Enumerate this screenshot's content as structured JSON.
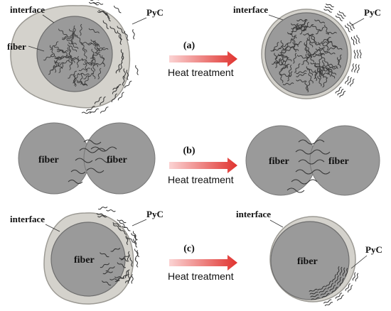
{
  "labels": {
    "interface": "interface",
    "fiber": "fiber",
    "pyc": "PyC",
    "heat_treatment": "Heat treatment"
  },
  "rows": [
    {
      "id": "a",
      "tag": "(a)"
    },
    {
      "id": "b",
      "tag": "(b)"
    },
    {
      "id": "c",
      "tag": "(c)"
    }
  ],
  "colors": {
    "fiber_fill": "#999999",
    "fiber_stroke": "#777777",
    "interface_fill": "#d4d2cc",
    "interface_stroke": "#9c9a94",
    "arrow_start": "#fbd3d3",
    "arrow_end": "#e0332f",
    "squiggle": "#333333"
  }
}
